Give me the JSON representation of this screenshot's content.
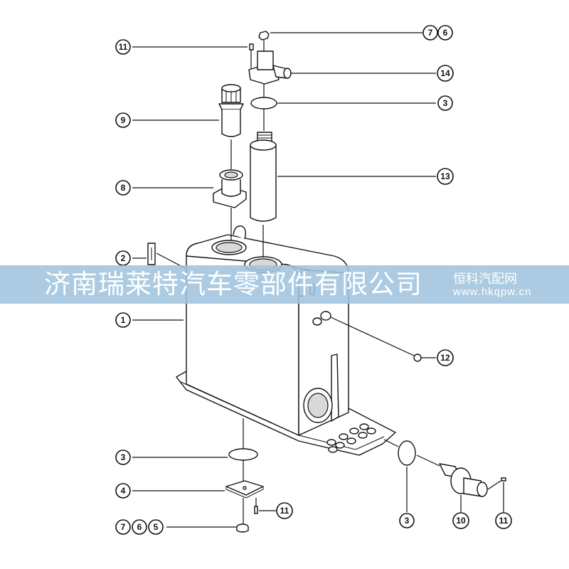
{
  "watermark": {
    "company": "济南瑞莱特汽车零部件有限公司",
    "brand": "恒科汽配网",
    "url": "www.hkqpw.cn"
  },
  "callouts": {
    "c11_top": "11",
    "c7_top": "7",
    "c6_top": "6",
    "c14": "14",
    "c3_upper": "3",
    "c9": "9",
    "c13": "13",
    "c8": "8",
    "c2": "2",
    "c1": "1",
    "c12": "12",
    "c3_left": "3",
    "c4": "4",
    "c11_mid": "11",
    "c7_bottom": "7",
    "c6_bottom": "6",
    "c5": "5",
    "c3_bottom": "3",
    "c10": "10",
    "c11_right": "11"
  }
}
